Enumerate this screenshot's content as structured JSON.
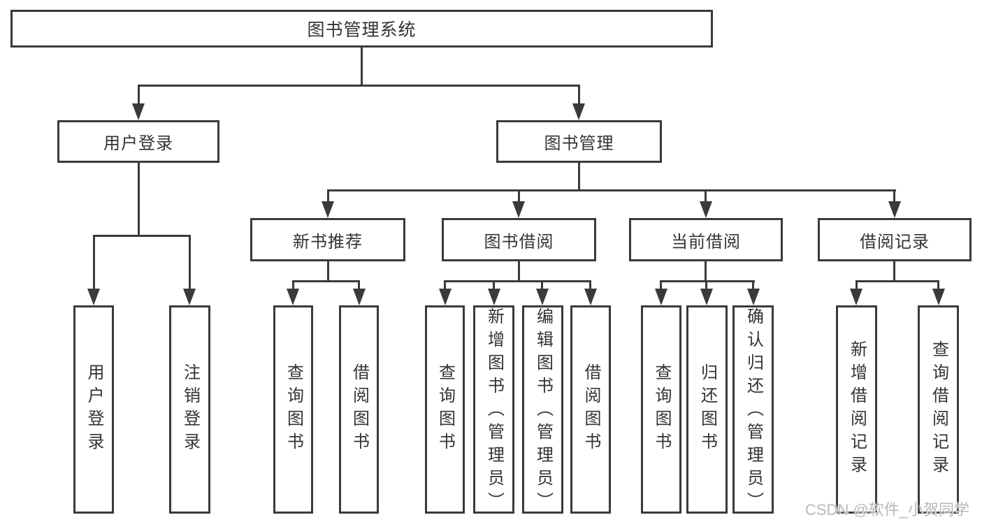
{
  "diagram": {
    "type": "hierarchy-tree",
    "colors": {
      "line": "#3a3a3a",
      "text": "#333333",
      "background": "#ffffff",
      "watermark": "#b9b9b9"
    },
    "hierarchy": {
      "root": "图书管理系统",
      "children": [
        {
          "label": "用户登录",
          "children": [
            "用户登录",
            "注销登录"
          ]
        },
        {
          "label": "图书管理",
          "children": [
            {
              "label": "新书推荐",
              "children": [
                "查询图书",
                "借阅图书"
              ]
            },
            {
              "label": "图书借阅",
              "children": [
                "查询图书",
                "新增图书（管理员）",
                "编辑图书（管理员）",
                "借阅图书"
              ]
            },
            {
              "label": "当前借阅",
              "children": [
                "查询图书",
                "归还图书",
                "确认归还（管理员）"
              ]
            },
            {
              "label": "借阅记录",
              "children": [
                "新增借阅记录",
                "查询借阅记录"
              ]
            }
          ]
        }
      ]
    }
  },
  "nodes": {
    "root": {
      "label": "图书管理系统"
    },
    "login": {
      "label": "用户登录"
    },
    "mgmt": {
      "label": "图书管理"
    },
    "newbook": {
      "label": "新书推荐"
    },
    "borrow": {
      "label": "图书借阅"
    },
    "current": {
      "label": "当前借阅"
    },
    "records": {
      "label": "借阅记录"
    },
    "login_user": {
      "label": "用户登录"
    },
    "login_logout": {
      "label": "注销登录"
    },
    "nb_query": {
      "label": "查询图书"
    },
    "nb_borrow": {
      "label": "借阅图书"
    },
    "bw_query": {
      "label": "查询图书"
    },
    "bw_add": {
      "label": "新增图书（管理员）"
    },
    "bw_edit": {
      "label": "编辑图书（管理员）"
    },
    "bw_borrow": {
      "label": "借阅图书"
    },
    "cur_query": {
      "label": "查询图书"
    },
    "cur_return": {
      "label": "归还图书"
    },
    "cur_confirm": {
      "label": "确认归还（管理员）"
    },
    "rec_add": {
      "label": "新增借阅记录"
    },
    "rec_query": {
      "label": "查询借阅记录"
    }
  },
  "watermark": {
    "text": "CSDN @软件_小贺同学"
  }
}
